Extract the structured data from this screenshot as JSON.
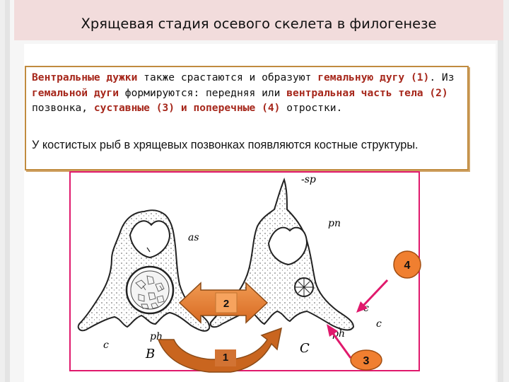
{
  "slide": {
    "title": "Хрящевая стадия осевого скелета в филогенезе"
  },
  "text": {
    "p1": [
      {
        "t": "Вентральные дужки",
        "hl": true
      },
      {
        "t": " также срастаются и образуют ",
        "hl": false
      },
      {
        "t": "гемальную дугу (1)",
        "hl": true
      },
      {
        "t": ". Из ",
        "hl": false
      },
      {
        "t": "гемальной дуги",
        "hl": true
      },
      {
        "t": " формируются: передняя или ",
        "hl": false
      },
      {
        "t": "вентральная часть тела (2)",
        "hl": true
      },
      {
        "t": " позвонка, ",
        "hl": false
      },
      {
        "t": "суставные (3) и поперечные (4)",
        "hl": true
      },
      {
        "t": " отростки.",
        "hl": false
      }
    ],
    "p2": "У костистых рыб в хрящевых позвонках появляются костные структуры."
  },
  "figure": {
    "labels": {
      "sp": "-sp",
      "as": "as",
      "pn": "pn",
      "ph_left": "ph",
      "ph_right": "ph",
      "c_left": "c",
      "c_right_upper": "c",
      "c_right_lower": "c",
      "B": "B",
      "C": "C"
    },
    "badges": {
      "n2": "2",
      "n1": "1",
      "n3": "3",
      "n4": "4"
    },
    "colors": {
      "arrow_fill": "#e8823a",
      "arrow_fill_dark": "#c9651f",
      "arrow_stroke": "#8a4a17",
      "pointer": "#e0196c",
      "frame": "#e0196c",
      "text_highlight": "#a6271b"
    }
  }
}
